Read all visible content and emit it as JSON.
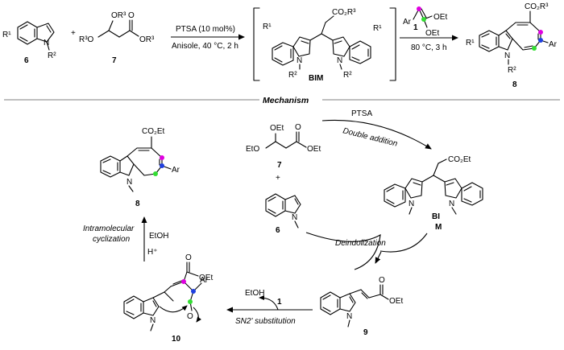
{
  "colors": {
    "magenta": "#e000e0",
    "blue": "#1f3fe0",
    "green": "#33dd33",
    "black": "#000000"
  },
  "top_scheme": {
    "compound_6": "6",
    "compound_7": "7",
    "reagent_conditions": "PTSA (10 mol%)",
    "solvent_conditions": "Anisole, 40 °C, 2 h",
    "bim_label": "BIM",
    "reagent_1": "1",
    "step2_conditions": "80 °C, 3 h",
    "product_label": "8",
    "groups": {
      "R1": "R¹",
      "R2": "R²",
      "R3": "R³",
      "OR3": "OR³",
      "CO2R3": "CO₂R³",
      "OEt": "OEt",
      "Ar": "Ar",
      "O": "O",
      "N": "N",
      "plus": "+"
    }
  },
  "mechanism": {
    "title": "Mechanism",
    "ptsa": "PTSA",
    "double_addition": "Double addition",
    "deindolization": "Deindolization",
    "sn2_substitution": "SN2' substitution",
    "etoh": "EtOH",
    "intramolecular": "Intramolecular",
    "cyclization": "cyclization",
    "h_plus": "H⁺",
    "reagent_1": "1",
    "labels": {
      "c8": "8",
      "c7": "7",
      "c6": "6",
      "bim_line1": "BI",
      "bim_line2": "M",
      "c9": "9",
      "c10": "10"
    },
    "groups": {
      "CO2Et": "CO₂Et",
      "OEt": "OEt",
      "EtO": "EtO",
      "Ar": "Ar",
      "O": "O",
      "N": "N",
      "plus": "+"
    }
  }
}
